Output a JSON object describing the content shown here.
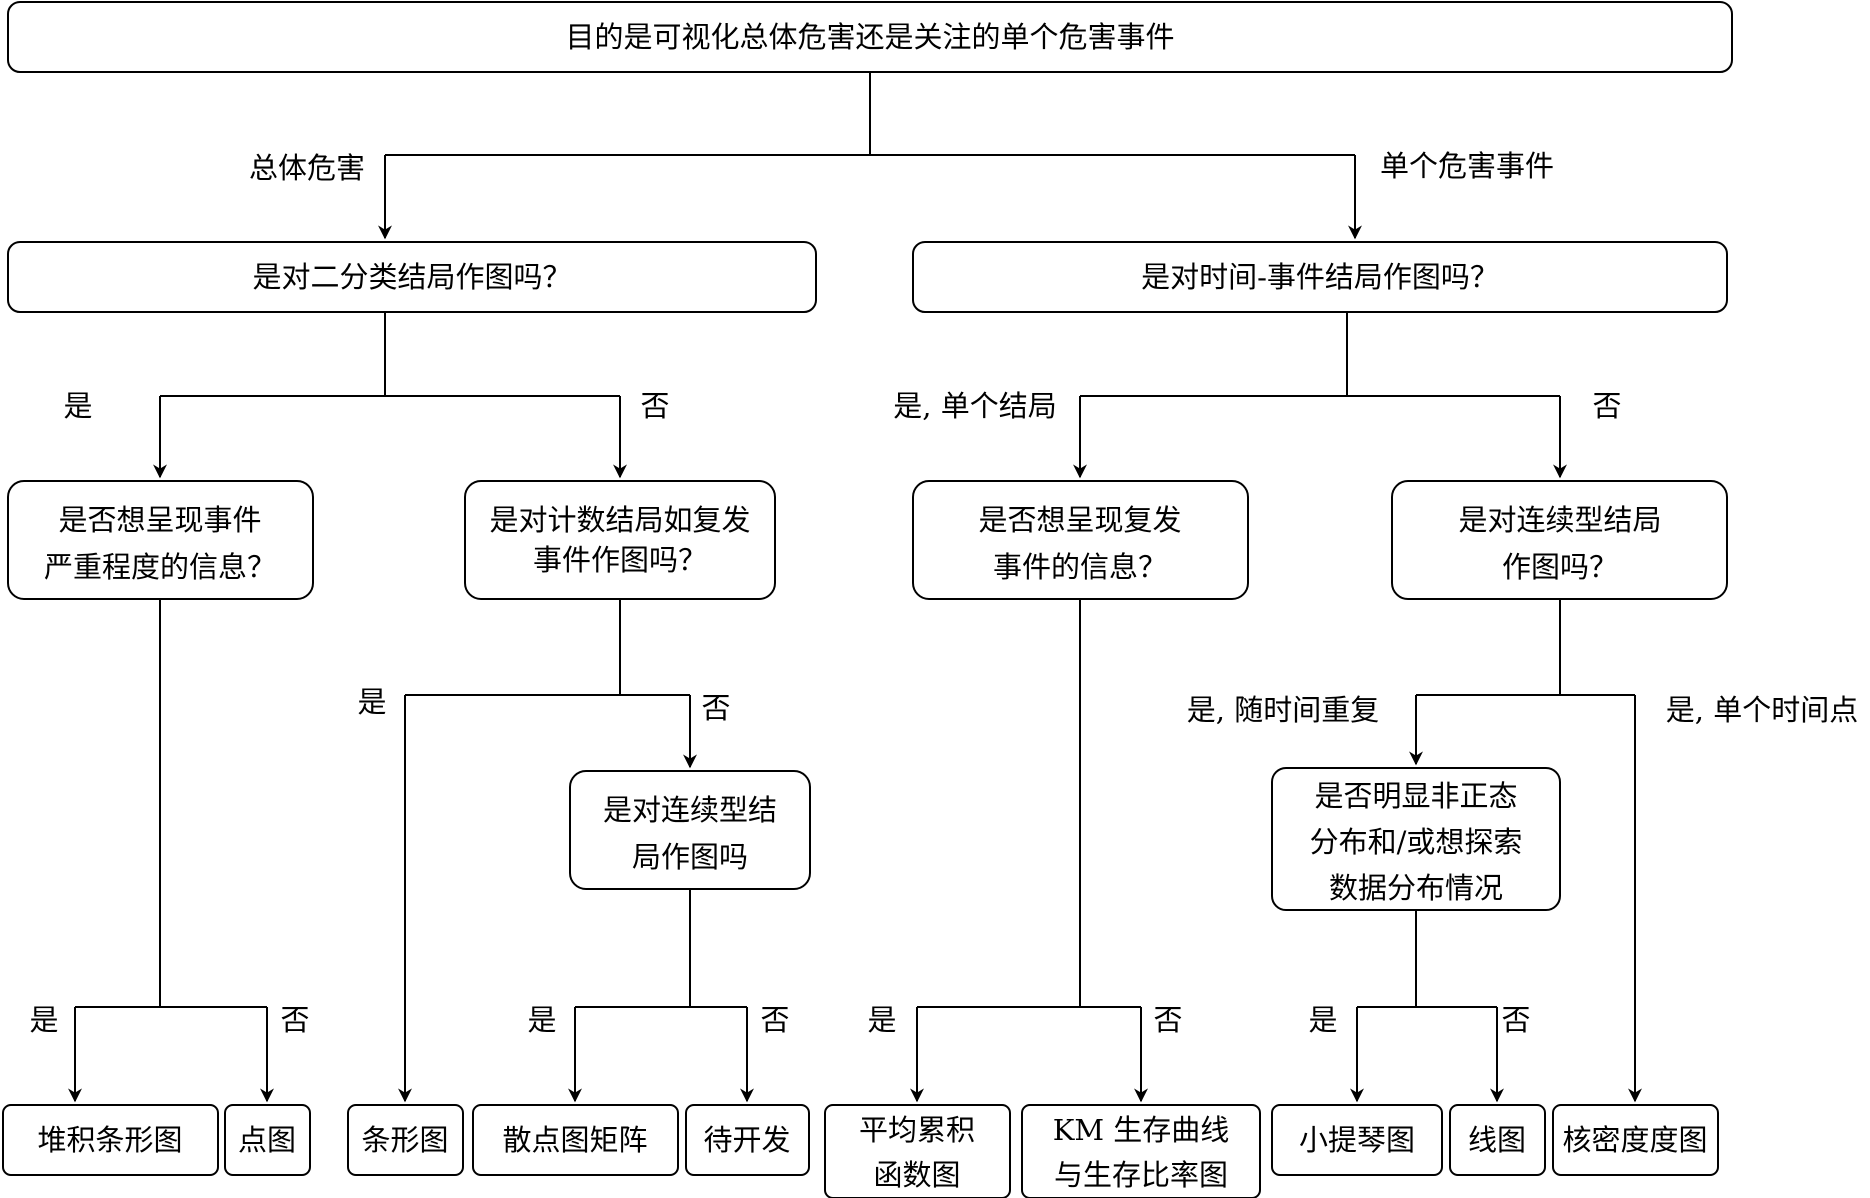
{
  "nodes": {
    "root": [
      "目的是可视化总体危害还是关注的单个危害事件"
    ],
    "binary_outcome": [
      "是对二分类结局作图吗？"
    ],
    "time_to_event": [
      "是对时间-事件结局作图吗？"
    ],
    "severity_info": [
      "是否想呈现事件",
      "严重程度的信息？"
    ],
    "count_outcome": [
      "是对计数结局如复发",
      "事件作图吗？"
    ],
    "recurrent_info": [
      "是否想呈现复发",
      "事件的信息？"
    ],
    "continuous_outcome": [
      "是对连续型结局",
      "作图吗？"
    ],
    "continuous_outcome_2": [
      "是对连续型结",
      "局作图吗"
    ],
    "non_normal": [
      "是否明显非正态",
      "分布和/或想探索",
      "数据分布情况"
    ],
    "stacked_bar": [
      "堆积条形图"
    ],
    "dot_plot": [
      "点图"
    ],
    "bar_chart": [
      "条形图"
    ],
    "scatter_matrix": [
      "散点图矩阵"
    ],
    "to_be_developed": [
      "待开发"
    ],
    "mean_cumulative": [
      "平均累积",
      "函数图"
    ],
    "km_curve": [
      "KM 生存曲线",
      "与生存比率图"
    ],
    "violin_plot": [
      "小提琴图"
    ],
    "line_plot": [
      "线图"
    ],
    "density_plot": [
      "核密度度图"
    ]
  },
  "edge_labels": {
    "overall": "总体危害",
    "single_event": "单个危害事件",
    "bin_yes": "是",
    "bin_no": "否",
    "tte_yes_single": "是, 单个结局",
    "tte_no": "否",
    "sev_yes": "是",
    "sev_no": "否",
    "count_yes": "是",
    "count_no": "否",
    "cont2_yes": "是",
    "cont2_no": "否",
    "rec_yes": "是",
    "rec_no": "否",
    "cont_yes_repeated": "是, 随时间重复",
    "cont_yes_single_time": "是, 单个时间点",
    "nn_yes": "是",
    "nn_no": "否"
  }
}
